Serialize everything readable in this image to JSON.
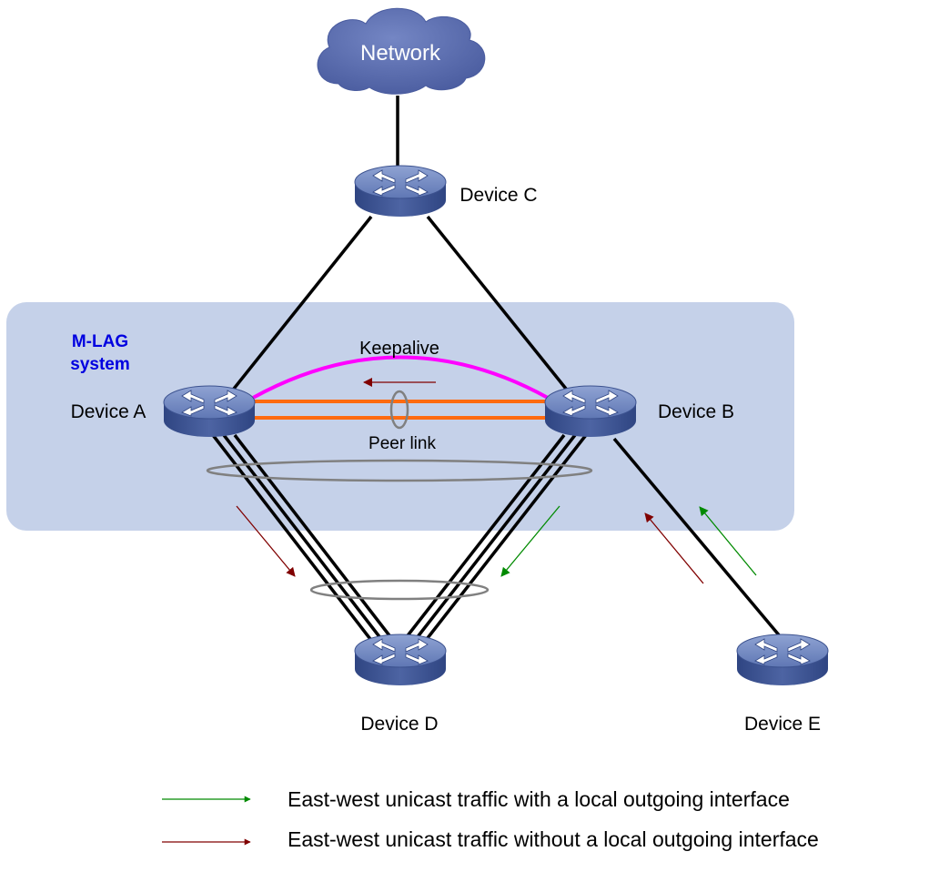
{
  "diagram": {
    "cloud_label": "Network",
    "mlag_title_line1": "M-LAG",
    "mlag_title_line2": "system",
    "keepalive_label": "Keepalive",
    "peer_link_label": "Peer link",
    "devices": {
      "a": "Device A",
      "b": "Device B",
      "c": "Device C",
      "d": "Device D",
      "e": "Device E"
    }
  },
  "legend": {
    "with_local": "East-west unicast traffic with a local outgoing interface",
    "without_local": "East-west unicast traffic without a local outgoing interface"
  },
  "colors": {
    "mlag_area": "#c5d1e9",
    "mlag_title": "#0000e0",
    "keepalive": "#ff00ff",
    "peer_link": "#ff6a10",
    "green_arrow": "#008a00",
    "red_arrow": "#800000",
    "cloud": "#5364a8",
    "device_top": "#6f86bf",
    "device_side": "#3c528f"
  }
}
